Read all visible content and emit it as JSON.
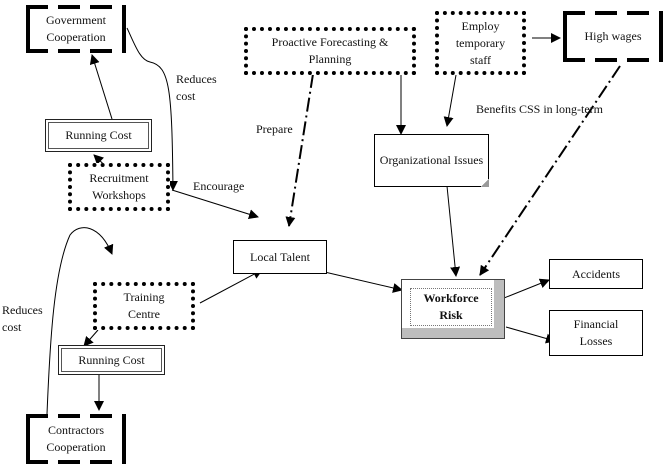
{
  "nodes": {
    "government_cooperation": "Government Cooperation",
    "running_cost_top": "Running Cost",
    "recruitment_workshops": "Recruitment Workshops",
    "proactive_forecasting": "Proactive Forecasting & Planning",
    "employ_temporary_staff": "Employ temporary staff",
    "high_wages": "High wages",
    "organizational_issues": "Organizational Issues",
    "local_talent": "Local Talent",
    "training_centre": "Training Centre",
    "running_cost_bottom": "Running Cost",
    "contractors_cooperation": "Contractors Cooperation",
    "workforce_risk": "Workforce Risk",
    "accidents": "Accidents",
    "financial_losses": "Financial Losses"
  },
  "labels": {
    "reduces_cost_top": "Reduces cost",
    "reduces_cost_left": "Reduces cost",
    "encourage": "Encourage",
    "prepare": "Prepare",
    "benefits": "Benefits CSS in long-term"
  }
}
